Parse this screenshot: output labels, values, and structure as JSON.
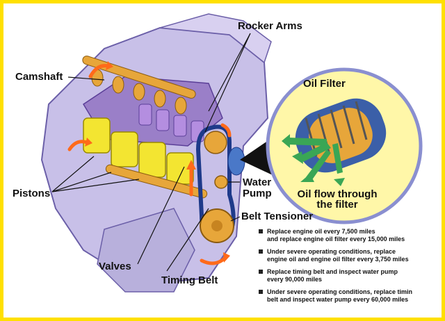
{
  "labels": {
    "rocker_arms": "Rocker Arms",
    "camshaft": "Camshaft",
    "pistons": "Pistons",
    "water_pump_line1": "Water",
    "water_pump_line2": "Pump",
    "belt_tensioner": "Belt Tensioner",
    "valves": "Valves",
    "timing_belt": "Timing Belt"
  },
  "oil_filter": {
    "title": "Oil Filter",
    "caption_line1": "Oil flow through",
    "caption_line2": "the filter"
  },
  "notes": [
    {
      "line1": "Replace engine oil every 7,500 miles",
      "line2": "and replace engine oil filter every 15,000 miles"
    },
    {
      "line1": "Under severe operating conditions, replace",
      "line2": "engine oil and engine oil filter every 3,750 miles"
    },
    {
      "line1": "Replace timing belt and inspect water pump",
      "line2": "every 90,000 miles"
    },
    {
      "line1": "Under severe operating conditions, replace timin",
      "line2": "belt and inspect water pump every 60,000 miles"
    }
  ],
  "colors": {
    "frame": "#ffe000",
    "engine_block": "#c8c0e8",
    "cylinder_head": "#9a7fc8",
    "pistons": "#f3e531",
    "camshaft": "#e7a63a",
    "arrows": "#ff6a1a",
    "belt": "#1e3a8a",
    "filter_bg": "#fff7a8",
    "oil_flow": "#3aa655"
  }
}
